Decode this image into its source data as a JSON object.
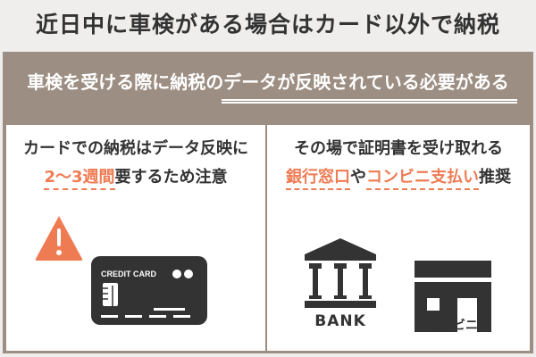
{
  "title": "近日中に車検がある場合はカード以外で納税",
  "subtitle": "車検を受ける際に納税のデータが反映されている必要がある",
  "left": {
    "line1": "カードでの納税はデータ反映に",
    "line2_highlight": "2〜3週間",
    "line2_rest": "要するため注意",
    "card_label": "CREDIT CARD"
  },
  "right": {
    "line1": "その場で証明書を受け取れる",
    "line2_hl1": "銀行窓口",
    "line2_mid": "や",
    "line2_hl2": "コンビニ支払い",
    "line2_rest": "推奨",
    "bank_label": "BANK",
    "store_label": "コンビニ"
  },
  "colors": {
    "accent": "#ef7b53",
    "frame": "#9c8e82",
    "icon": "#333333"
  }
}
